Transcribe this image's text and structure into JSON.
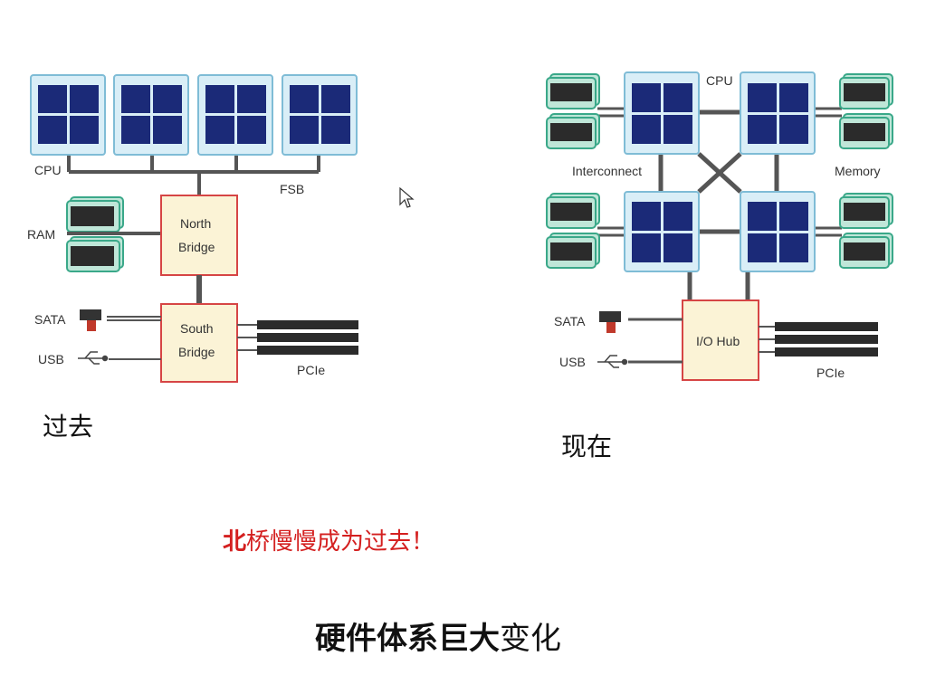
{
  "past": {
    "caption": "过去",
    "labels": {
      "cpu": "CPU",
      "fsb": "FSB",
      "ram": "RAM",
      "north_bridge_line1": "North",
      "north_bridge_line2": "Bridge",
      "south_bridge_line1": "South",
      "south_bridge_line2": "Bridge",
      "sata": "SATA",
      "usb": "USB",
      "pcie": "PCIe"
    }
  },
  "now": {
    "caption": "现在",
    "labels": {
      "cpu": "CPU",
      "interconnect": "Interconnect",
      "memory": "Memory",
      "io_hub": "I/O Hub",
      "sata": "SATA",
      "usb": "USB",
      "pcie": "PCIe"
    }
  },
  "note": {
    "highlight": "北",
    "rest": "桥慢慢成为过去！"
  },
  "title": {
    "bold": "硬件体系巨大",
    "rest": "变化"
  },
  "colors": {
    "cpu_fill": "#d9eef7",
    "cpu_border": "#7fbcd6",
    "core_fill": "#1b2a78",
    "bridge_fill": "#fbf3d6",
    "bridge_border": "#d64545",
    "bus": "#4a4a4a",
    "ram_green": "#3aa889",
    "note_red": "#d42020"
  }
}
